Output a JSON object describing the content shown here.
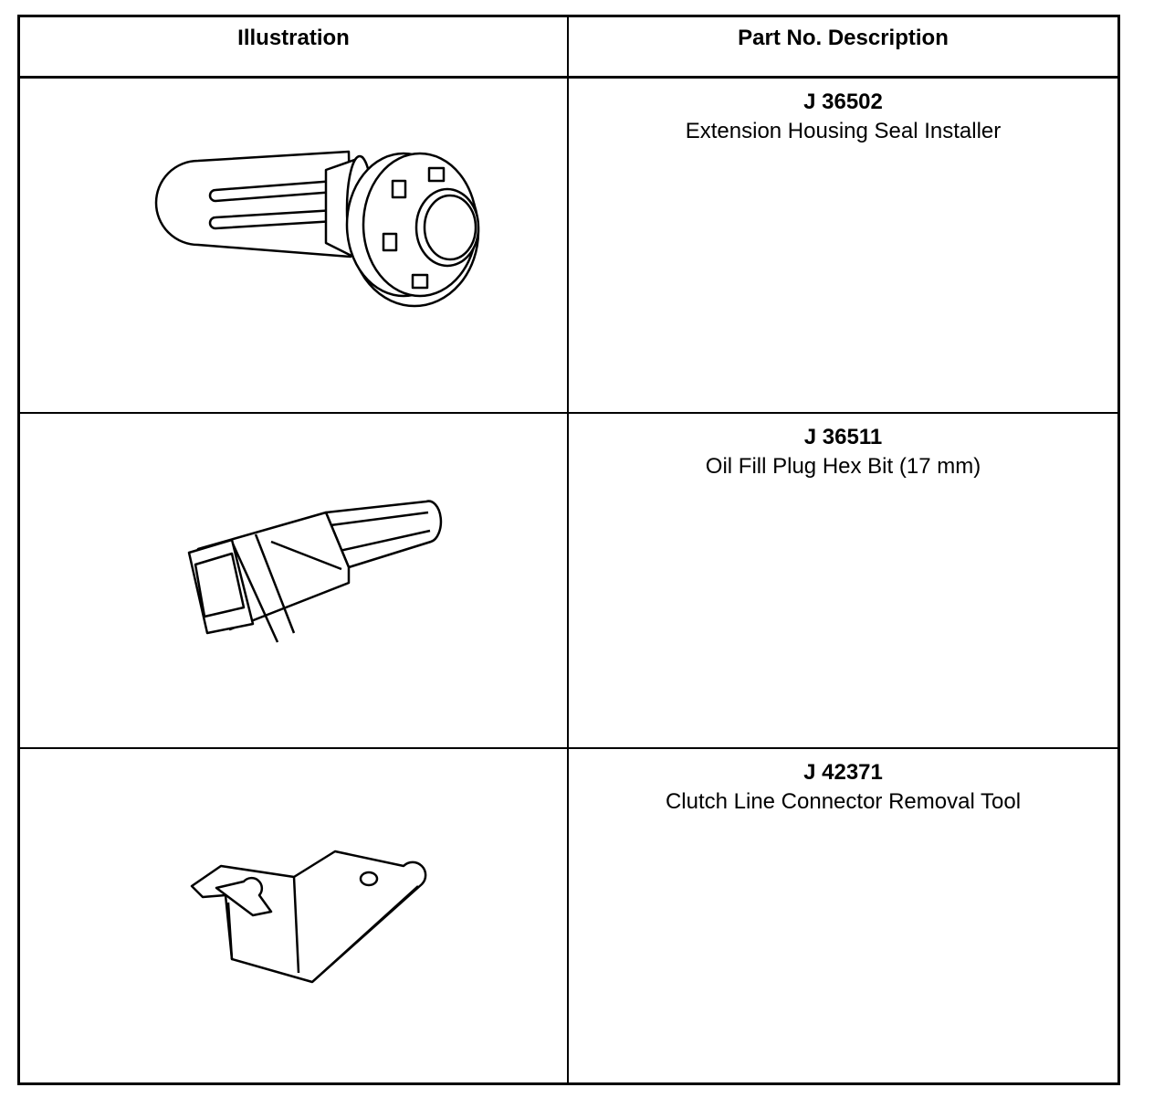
{
  "table": {
    "headers": {
      "illustration": "Illustration",
      "description": "Part No. Description"
    },
    "rows": [
      {
        "part_no": "J 36502",
        "description": "Extension Housing Seal Installer",
        "icon": "seal-installer-icon"
      },
      {
        "part_no": "J 36511",
        "description": "Oil Fill Plug Hex Bit (17 mm)",
        "icon": "hex-bit-icon"
      },
      {
        "part_no": "J 42371",
        "description": "Clutch Line Connector Removal Tool",
        "icon": "connector-removal-tool-icon"
      }
    ]
  }
}
